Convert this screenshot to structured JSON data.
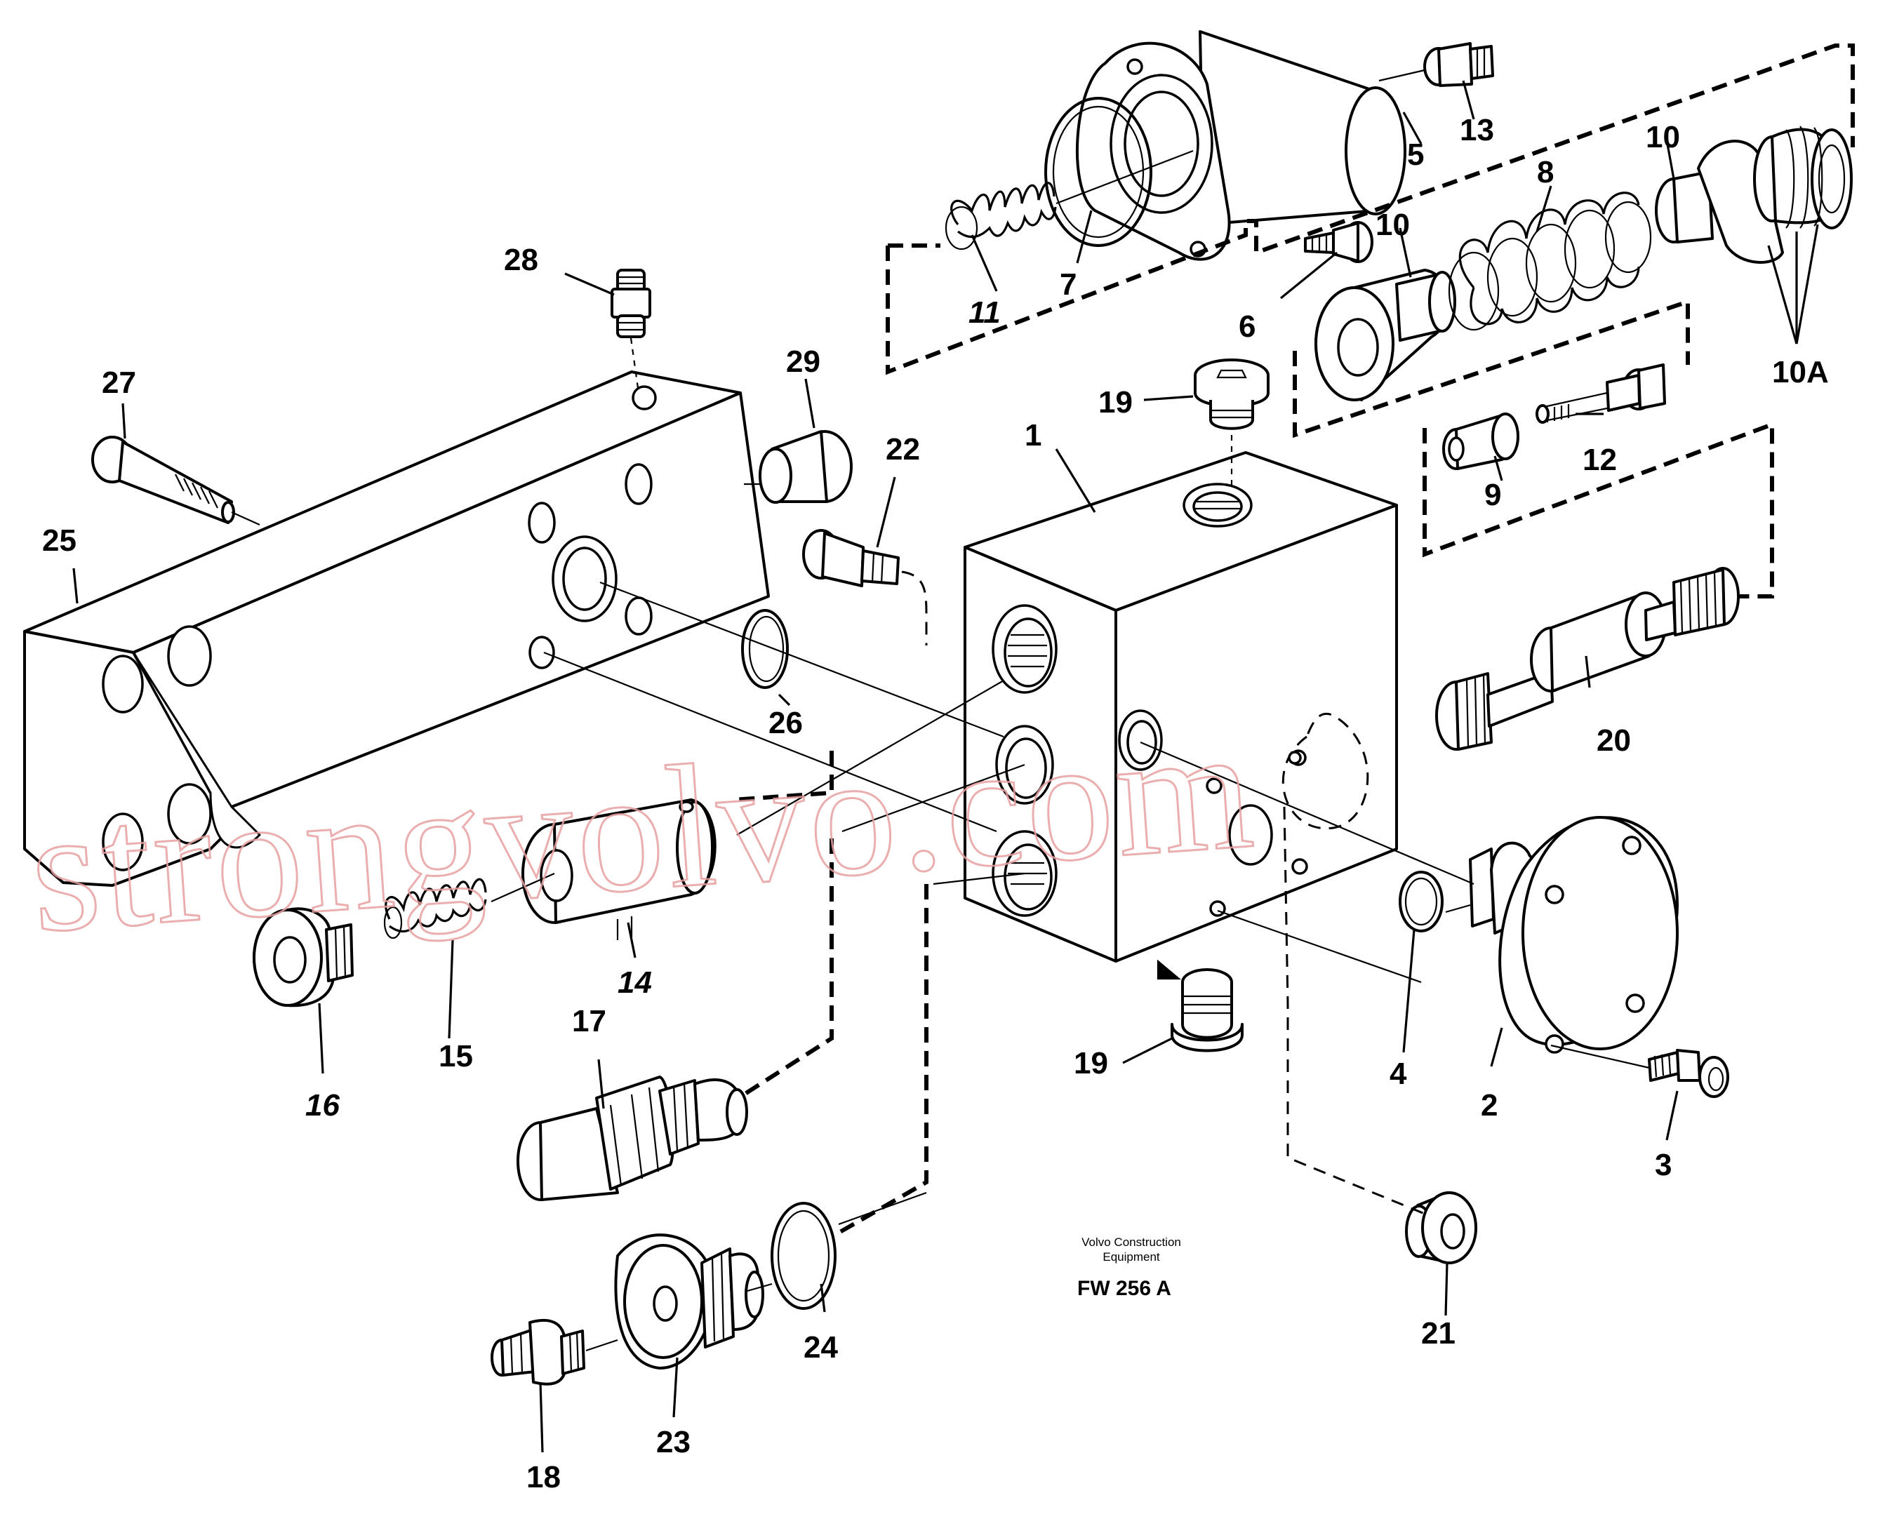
{
  "callouts": {
    "c1": "1",
    "c2": "2",
    "c3": "3",
    "c4": "4",
    "c5": "5",
    "c6": "6",
    "c7": "7",
    "c8": "8",
    "c9": "9",
    "c10a": "10",
    "c10b": "10",
    "c10A": "10A",
    "c11": "11",
    "c12": "12",
    "c13": "13",
    "c14": "14",
    "c15": "15",
    "c16": "16",
    "c17": "17",
    "c18": "18",
    "c19a": "19",
    "c19b": "19",
    "c20": "20",
    "c21": "21",
    "c22": "22",
    "c23": "23",
    "c24": "24",
    "c25": "25",
    "c26": "26",
    "c27": "27",
    "c28": "28",
    "c29": "29"
  },
  "caption": {
    "line1": "Volvo Construction",
    "line2": "Equipment",
    "drawing_number": "FW 256 A"
  },
  "watermark": {
    "text": "strongvolvo.com",
    "color": "#e8a0a0"
  },
  "colors": {
    "line": "#000000",
    "background": "#ffffff"
  }
}
